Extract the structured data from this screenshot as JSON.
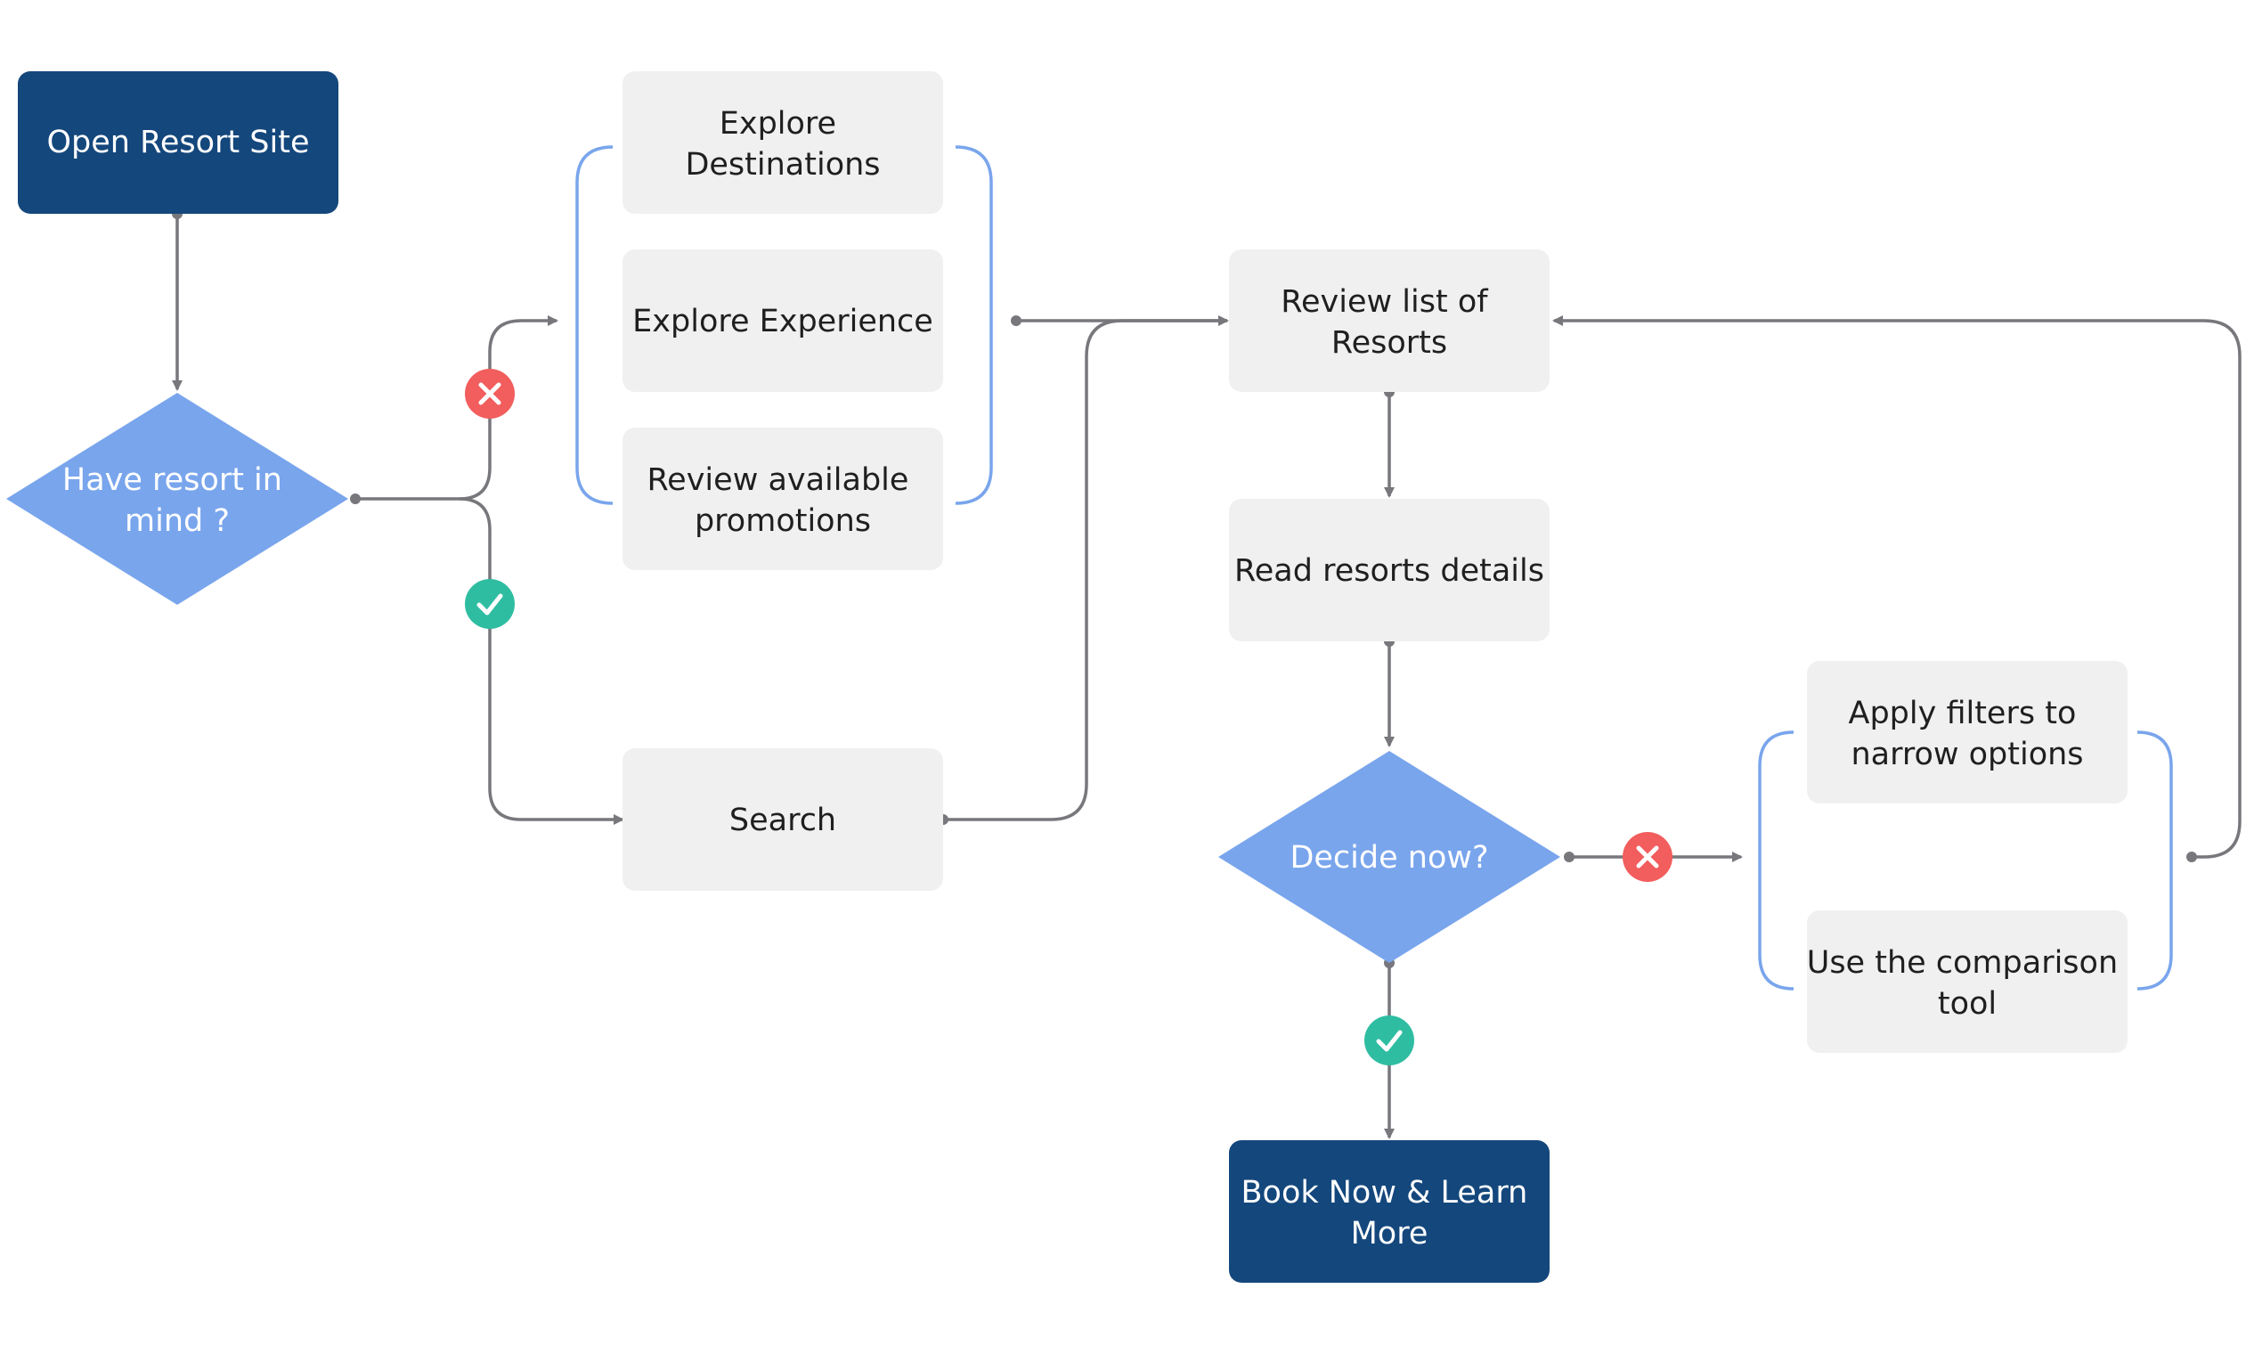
{
  "colors": {
    "dark_node": "#14477c",
    "gray_node": "#f0f0f0",
    "diamond": "#79a5ec",
    "connector": "#77777c",
    "bracket": "#79a5ec",
    "yes_badge": "#2fbda2",
    "no_badge": "#f25d5d"
  },
  "nodes": {
    "open_site": [
      "Open Resort Site"
    ],
    "have_resort": [
      "Have resort in",
      "mind ?"
    ],
    "explore_destinations": [
      "Explore",
      "Destinations"
    ],
    "explore_experience": [
      "Explore Experience"
    ],
    "review_promotions": [
      "Review available",
      "promotions"
    ],
    "search": [
      "Search"
    ],
    "review_list": [
      "Review list of",
      "Resorts"
    ],
    "read_details": [
      "Read resorts details"
    ],
    "decide_now": [
      "Decide now?"
    ],
    "book_now": [
      "Book Now & Learn",
      "More"
    ],
    "apply_filters": [
      "Apply filters to",
      "narrow options"
    ],
    "comparison_tool": [
      "Use the comparison",
      "tool"
    ]
  },
  "icons": {
    "no_badge": "close-icon",
    "yes_badge": "check-icon"
  }
}
